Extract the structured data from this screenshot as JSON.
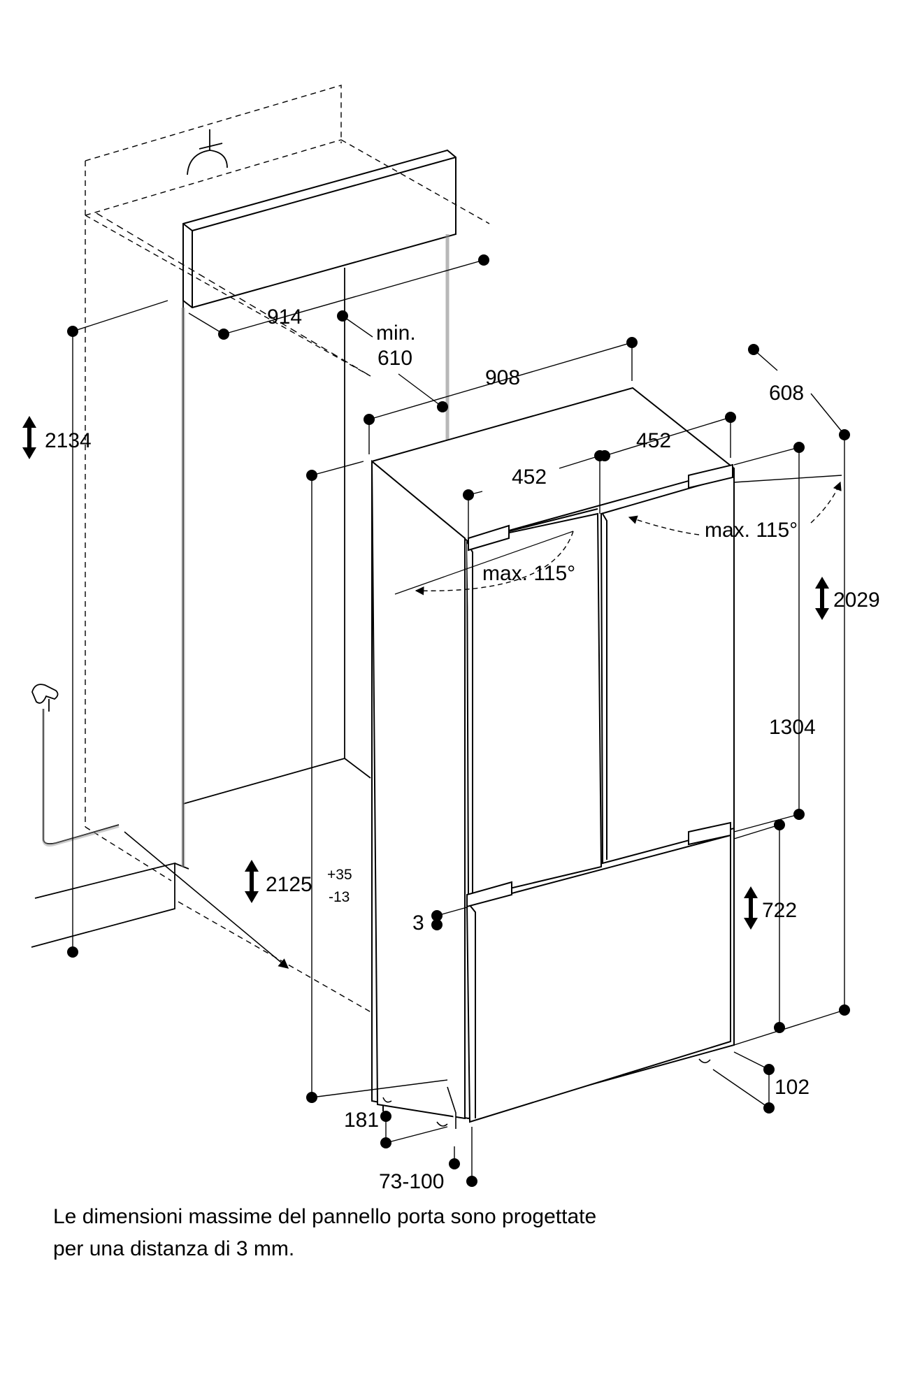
{
  "dimensions": {
    "niche_height": "2134",
    "niche_width": "914",
    "niche_depth_min_label": "min.",
    "niche_depth_min_value": "610",
    "appliance_width": "908",
    "appliance_depth": "608",
    "door_width_right": "452",
    "door_width_left": "452",
    "door_angle_right": "max. 115°",
    "door_angle_left": "max. 115°",
    "appliance_height": "2029",
    "upper_door_height": "1304",
    "adjustable_height": "2125",
    "adjustable_height_plus": "+35",
    "adjustable_height_minus": "-13",
    "door_gap": "3",
    "drawer_height": "722",
    "plinth_height_right": "102",
    "plinth_depth": "181",
    "plinth_height_range": "73-100"
  },
  "note": {
    "line1": "Le dimensioni massime del pannello porta sono progettate",
    "line2": "per una distanza di 3 mm."
  }
}
